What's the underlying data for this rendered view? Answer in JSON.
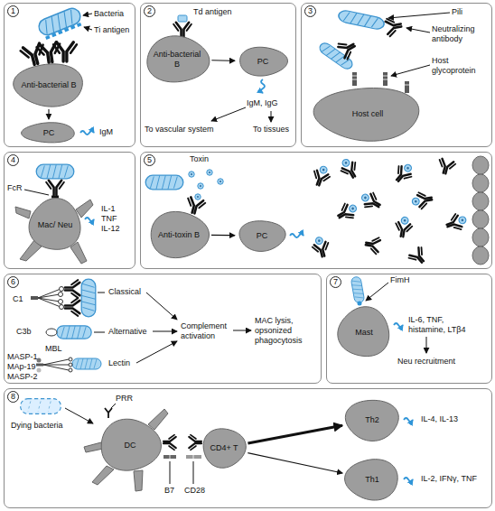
{
  "diagram": {
    "nodes": [
      {
        "text": [
          "1"
        ]
      },
      {
        "text": [
          "Anti-bacterial B"
        ],
        "in": 0
      },
      {
        "text": [
          "PC"
        ],
        "in": 0
      },
      {
        "text": [
          "2"
        ]
      },
      {
        "text": [
          "Anti-bacterial B"
        ],
        "in": 3
      },
      {
        "text": [
          "PC"
        ],
        "in": 3
      },
      {
        "text": [
          "3"
        ]
      },
      {
        "text": [
          "Host cell"
        ],
        "in": 6
      },
      {
        "text": [
          "4"
        ]
      },
      {
        "text": [
          "Mac/ Neu"
        ],
        "in": 8
      },
      {
        "text": [
          "5"
        ]
      },
      {
        "text": [
          "Anti-toxin B"
        ],
        "in": 10
      },
      {
        "text": [
          "PC"
        ],
        "in": 10
      },
      {
        "text": [
          "6"
        ]
      },
      {
        "text": [
          "7"
        ]
      },
      {
        "text": [
          "Mast"
        ],
        "in": 14
      },
      {
        "text": [
          "8"
        ]
      },
      {
        "text": [
          "DC"
        ],
        "in": 16
      },
      {
        "text": [
          "CD4+ T"
        ],
        "in": 16
      },
      {
        "text": [
          "Th2"
        ],
        "in": 16
      },
      {
        "text": [
          "Th1"
        ],
        "in": 16
      }
    ],
    "edges": [
      {
        "from": 1,
        "to": 2,
        "arrow": "to"
      },
      {
        "from": 4,
        "to": 5,
        "arrow": "to"
      },
      {
        "from": 11,
        "to": 12,
        "arrow": "to"
      },
      {
        "from": 18,
        "to": 19,
        "arrow": "to"
      },
      {
        "from": 18,
        "to": 20,
        "arrow": "to"
      }
    ],
    "labels": [
      "Bacteria",
      "Ti antigen",
      "IgM",
      "Td antigen",
      "IgM, IgG",
      "To vascular system",
      "To tissues",
      "Pili",
      "Neutralizing antibody",
      "Host glycoprotein",
      "FcR",
      "IL-1 TNF IL-12",
      "Toxin",
      "C1",
      "C3b",
      "MASP-1",
      "MAp-19",
      "MASP-2",
      "MBL",
      "Classical",
      "Alternative",
      "Lectin",
      "Complement activation",
      "MAC lysis, opsonized phagocytosis",
      "FimH",
      "IL-6, TNF, histamine, LTβ4",
      "Neu recruitment",
      "Dying bacteria",
      "PRR",
      "B7",
      "CD28",
      "IL-4, IL-13",
      "IL-2, IFNγ, TNF"
    ]
  }
}
